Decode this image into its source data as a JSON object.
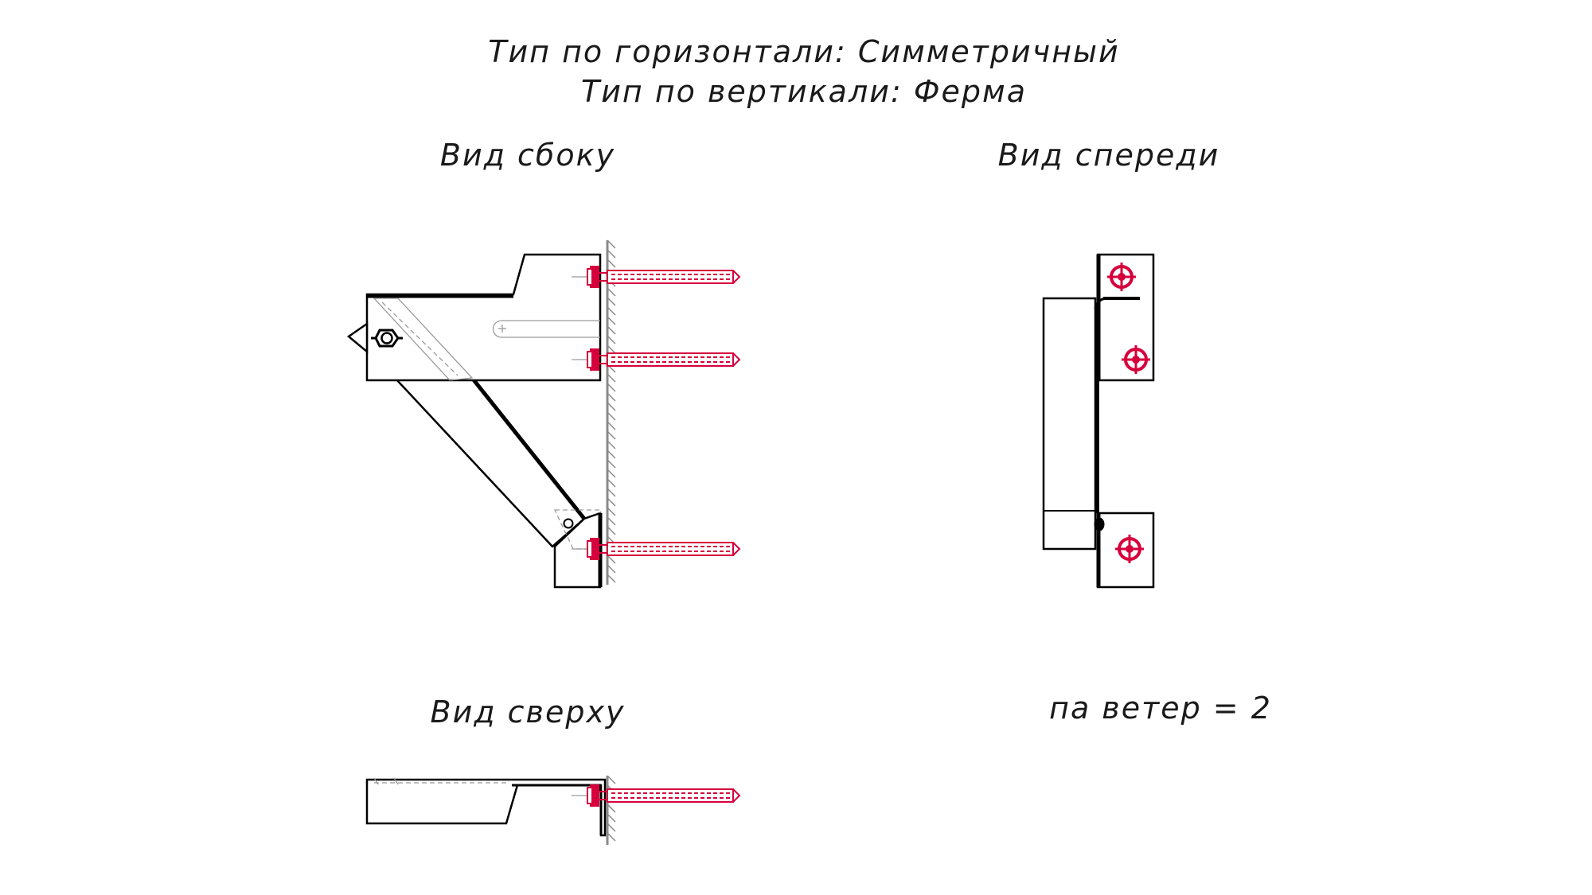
{
  "header": {
    "line1": "Тип по горизонтали: Симметричный",
    "line2": "Тип по вертикали: Ферма"
  },
  "views": {
    "side": "Вид сбоку",
    "front": "Вид спереди",
    "top": "Вид сверху"
  },
  "note": "па ветер = 2",
  "colors": {
    "outline": "#000000",
    "anchor": "#d6003c",
    "wall": "#8a8a8a",
    "hidden": "#9a9a9a"
  }
}
